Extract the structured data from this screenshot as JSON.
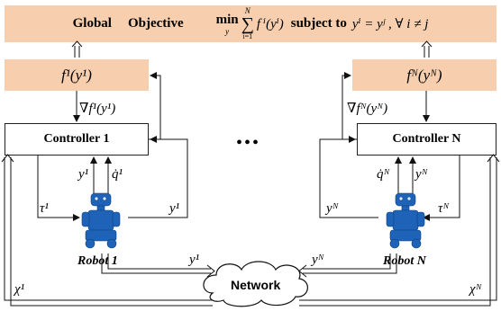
{
  "header": {
    "title_prefix": "Global",
    "title_word": "Objective",
    "min": "min",
    "min_sub": "y",
    "sum_top": "N",
    "sum_bottom": "i=1",
    "expr": "f ⁱ(yⁱ)",
    "subject_to": "subject to",
    "constraint": "yⁱ = yʲ , ∀ i ≠ j"
  },
  "left": {
    "f_box": "f¹(y¹)",
    "grad": "∇f¹(y¹)",
    "controller": "Controller 1",
    "y_up": "y¹",
    "qdot": "q̇¹",
    "tau": "τ¹",
    "y_right": "y¹",
    "robot": "Robot 1",
    "y_net": "y¹",
    "chi": "χ¹"
  },
  "right": {
    "f_box": "fᴺ(yᴺ)",
    "grad": "∇fᴺ(yᴺ)",
    "controller": "Controller N",
    "qdot": "q̇ᴺ",
    "y_up": "yᴺ",
    "tau": "τᴺ",
    "y_left": "yᴺ",
    "robot": "Robot N",
    "y_net": "yᴺ",
    "chi": "χᴺ"
  },
  "middle": {
    "ellipsis": "•••"
  },
  "network": {
    "label": "Network"
  },
  "colors": {
    "box_fill": "#f7cfae",
    "robot_blue": "#1f63b8"
  }
}
